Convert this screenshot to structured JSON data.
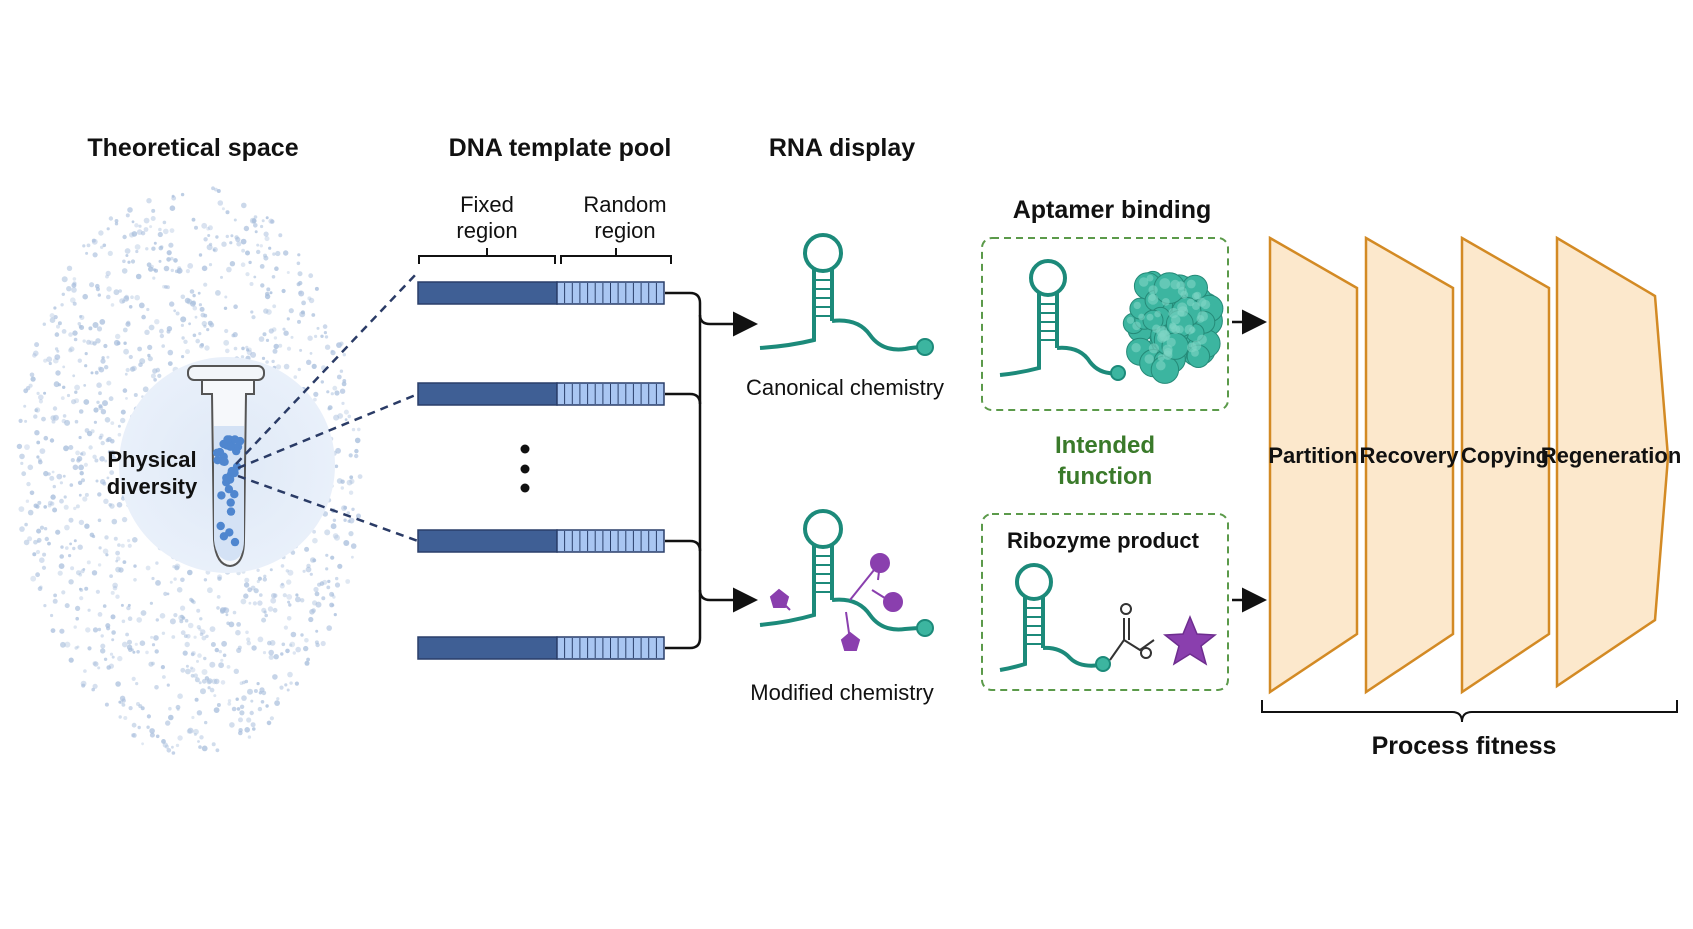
{
  "headers": {
    "theoretical_space": "Theoretical space",
    "dna_template_pool": "DNA template pool",
    "rna_display": "RNA display",
    "aptamer_binding": "Aptamer binding",
    "ribozyme_product": "Ribozyme product"
  },
  "tube_label": [
    "Physical",
    "diversity"
  ],
  "pool": {
    "fixed_region": [
      "Fixed",
      "region"
    ],
    "random_region": [
      "Random",
      "region"
    ]
  },
  "chemistry": {
    "canonical": "Canonical chemistry",
    "modified": "Modified chemistry"
  },
  "intended_function": [
    "Intended",
    "function"
  ],
  "stages": [
    "Partition",
    "Recovery",
    "Copying",
    "Regeneration"
  ],
  "process_fitness": "Process fitness",
  "colors": {
    "dna_dark": "#3f5f95",
    "dna_light": "#a9c6f2",
    "teal": "#1c8a7a",
    "protein": "#3cb5a0",
    "purple": "#8a3fae",
    "funnel_fill": "#fce8cc",
    "funnel_stroke": "#d38a24",
    "green_text": "#3a7a2a"
  }
}
